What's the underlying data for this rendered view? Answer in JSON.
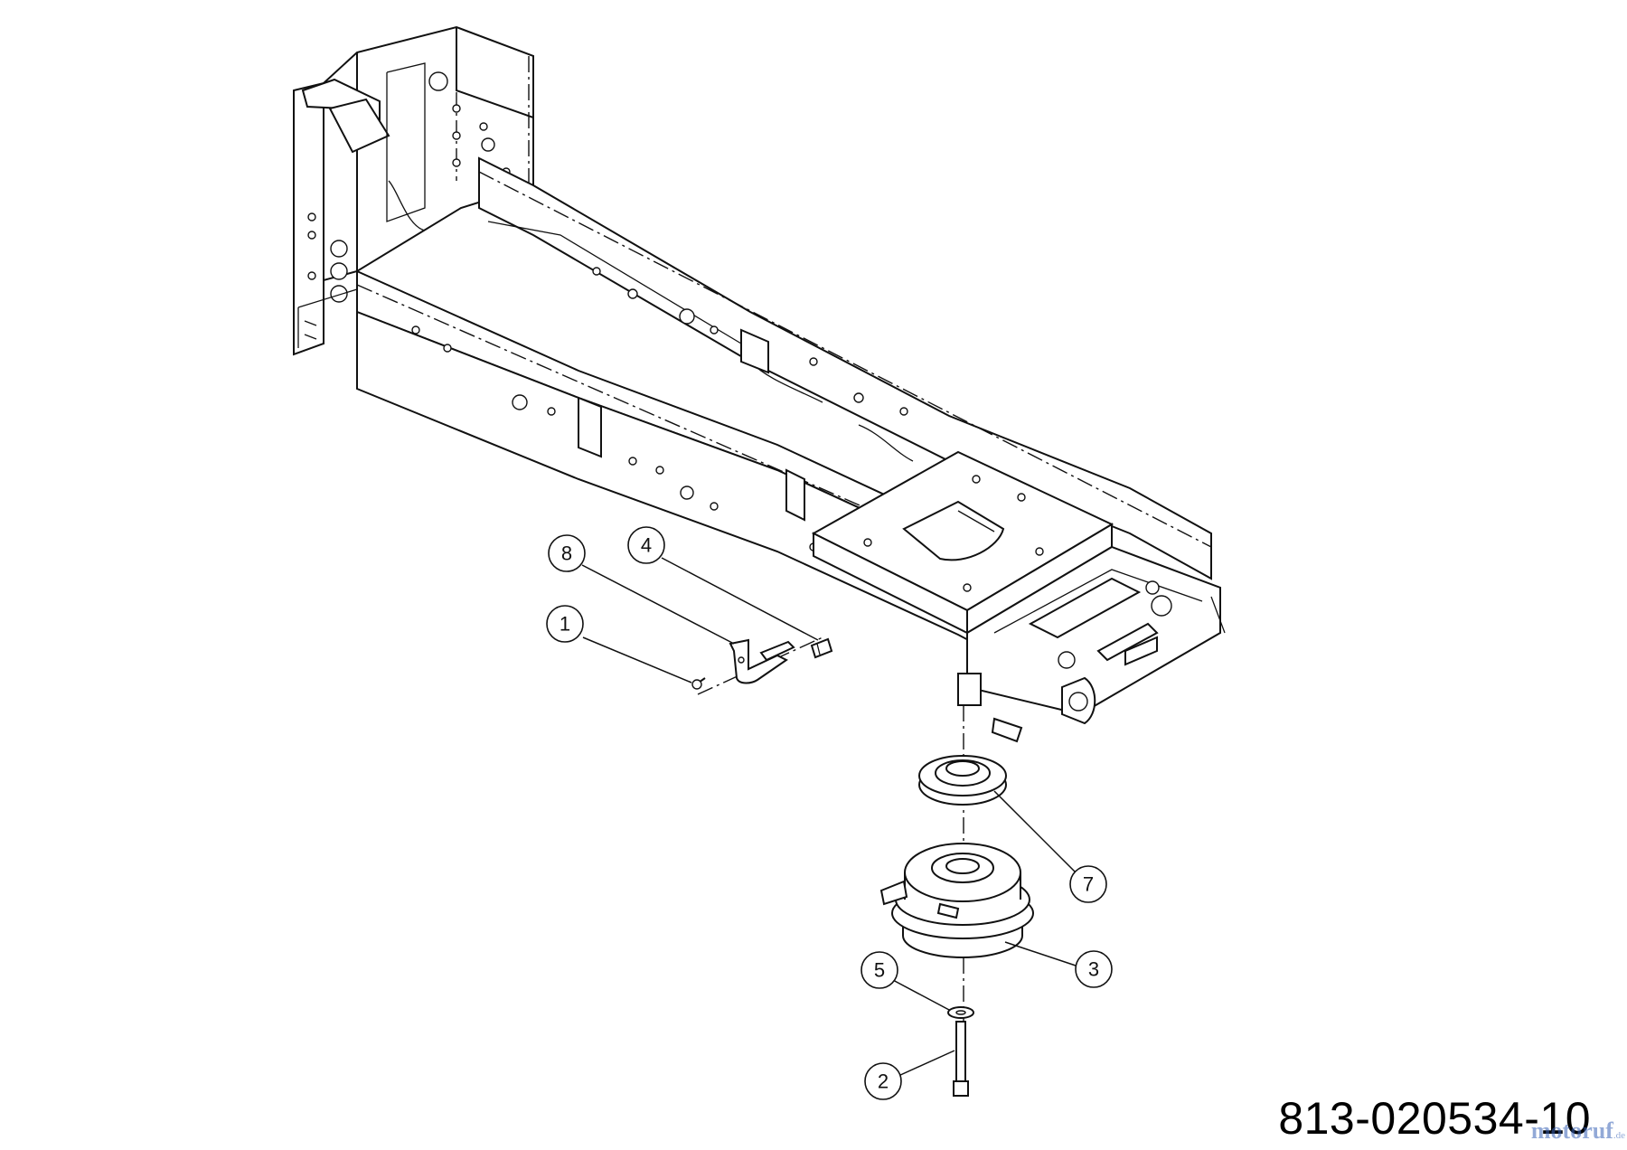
{
  "diagram": {
    "part_number": "813-020534-10",
    "watermark": "motoruf",
    "watermark_suffix": ".de",
    "callouts": [
      {
        "label": "1"
      },
      {
        "label": "2"
      },
      {
        "label": "3"
      },
      {
        "label": "4"
      },
      {
        "label": "5"
      },
      {
        "label": "7"
      },
      {
        "label": "8"
      }
    ]
  }
}
